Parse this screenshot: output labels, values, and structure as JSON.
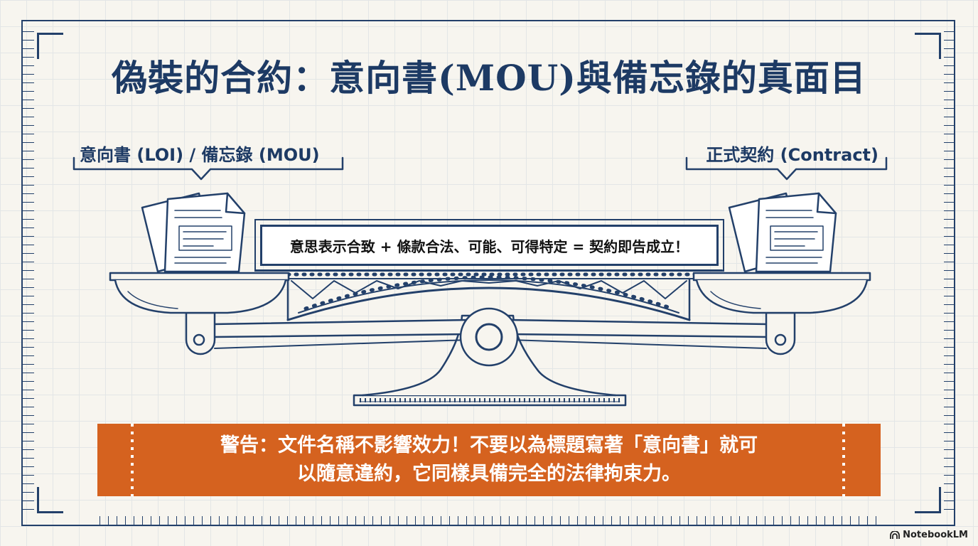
{
  "title": "偽裝的合約：意向書(MOU)與備忘錄的真面目",
  "left_label": "意向書 (LOI) / 備忘錄 (MOU)",
  "right_label": "正式契約 (Contract)",
  "formula": "意思表示合致 + 條款合法、可能、可得特定 = 契約即告成立！",
  "warning": {
    "line1": "警告：文件名稱不影響效力！不要以為標題寫著「意向書」就可",
    "line2": "以隨意違約，它同樣具備完全的法律拘束力。"
  },
  "brand": "NotebookLM",
  "colors": {
    "navy": "#1d3a64",
    "warning_bg": "#d5621f",
    "paper": "#f7f5ef"
  },
  "icons": [
    "document-stack-icon",
    "balance-scale-icon",
    "notebooklm-logo-icon"
  ]
}
